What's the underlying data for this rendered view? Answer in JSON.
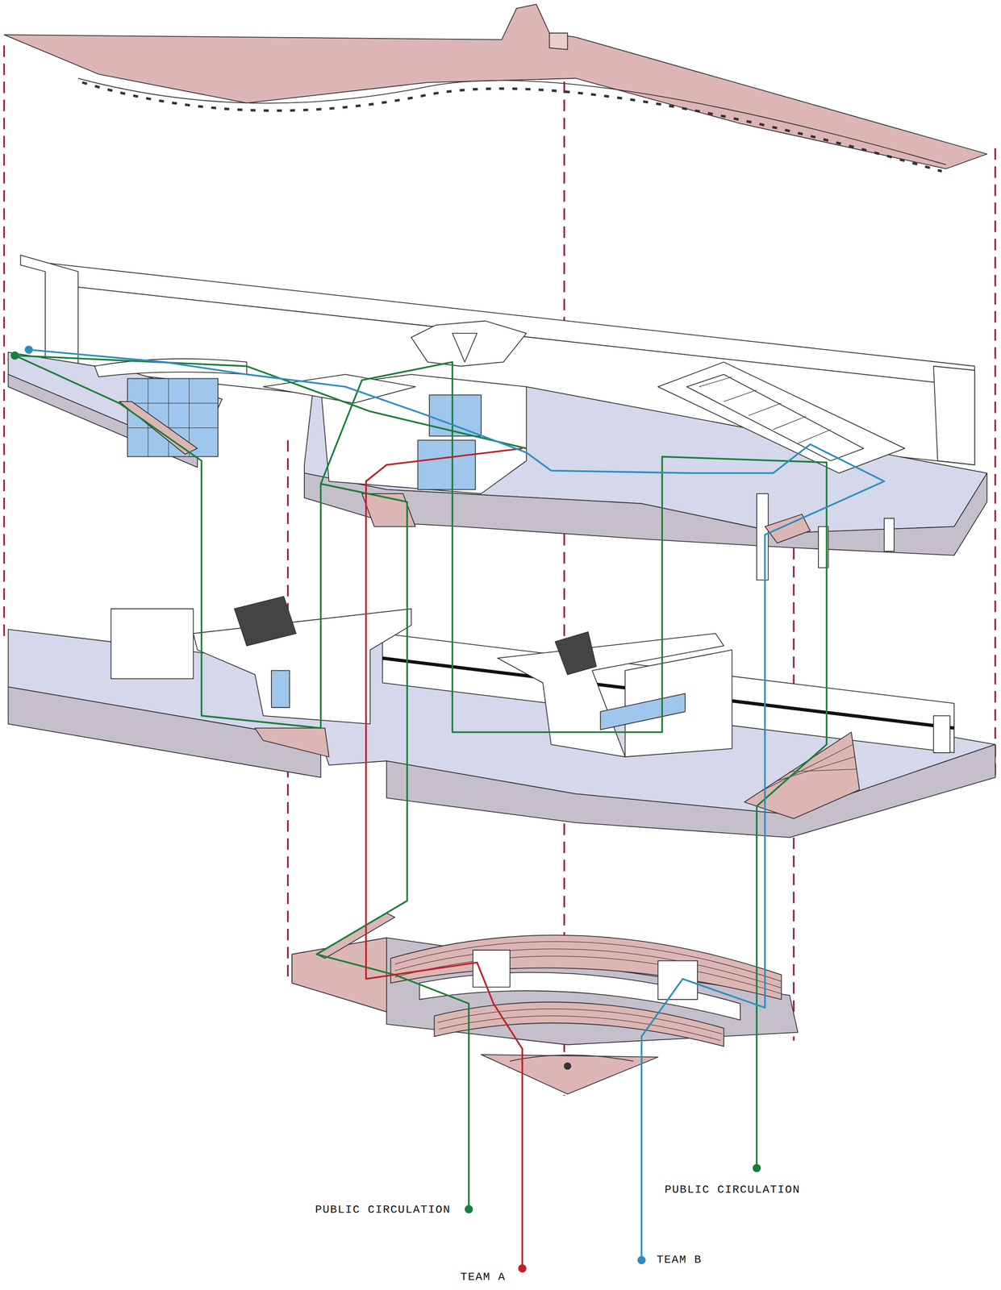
{
  "diagram": {
    "labels": [
      "PUBLIC CIRCULATION",
      "PUBLIC CIRCULATION",
      "TEAM A",
      "TEAM B"
    ]
  }
}
